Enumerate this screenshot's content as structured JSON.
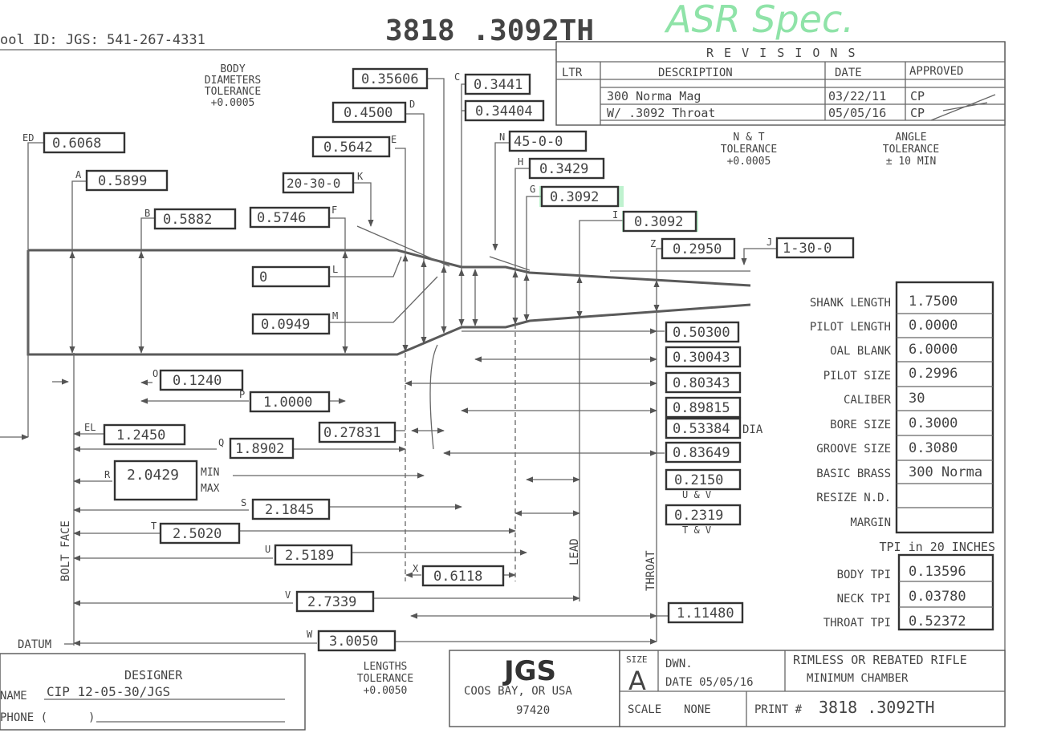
{
  "header": {
    "tool_id": "ool ID: JGS: 541-267-4331",
    "print_title": "3818 .3092TH",
    "handwritten_note": "ASR Spec."
  },
  "revisions": {
    "title": "R E V I S I O N S",
    "columns": [
      "LTR",
      "DESCRIPTION",
      "DATE",
      "APPROVED"
    ],
    "rows": [
      {
        "ltr": "",
        "description": "300 Norma Mag",
        "date": "03/22/11",
        "approved": "CP"
      },
      {
        "ltr": "",
        "description": "W/ .3092 Throat",
        "date": "05/05/16",
        "approved": "CP"
      }
    ]
  },
  "tolerances": {
    "body": [
      "BODY",
      "DIAMETERS",
      "TOLERANCE",
      "+0.0005"
    ],
    "nt": [
      "N & T",
      "TOLERANCE",
      "+0.0005"
    ],
    "angle": [
      "ANGLE",
      "TOLERANCE",
      "± 10 MIN"
    ],
    "lengths": [
      "LENGTHS",
      "TOLERANCE",
      "+0.0050"
    ]
  },
  "dims": {
    "ED": {
      "letter": "ED",
      "value": "0.6068"
    },
    "A": {
      "letter": "A",
      "value": "0.5899"
    },
    "B": {
      "letter": "B",
      "value": "0.5882"
    },
    "F": {
      "letter": "F",
      "value": "0.5746"
    },
    "K": {
      "letter": "K",
      "value": "20-30-0"
    },
    "E": {
      "letter": "E",
      "value": "0.5642"
    },
    "D": {
      "letter": "D",
      "value": "0.4500"
    },
    "top": {
      "value": "0.35606"
    },
    "C": {
      "letter": "C",
      "value": "0.3441"
    },
    "C2": {
      "value": "0.34404"
    },
    "N": {
      "letter": "N",
      "value": "45-0-0"
    },
    "H": {
      "letter": "H",
      "value": "0.3429"
    },
    "G": {
      "letter": "G",
      "value": "0.3092"
    },
    "I": {
      "letter": "I",
      "value": "0.3092"
    },
    "Z": {
      "letter": "Z",
      "value": "0.2950"
    },
    "J": {
      "letter": "J",
      "value": "1-30-0"
    },
    "L": {
      "letter": "L",
      "value": "0"
    },
    "M": {
      "letter": "M",
      "value": "0.0949"
    },
    "O": {
      "letter": "O",
      "value": "0.1240"
    },
    "P": {
      "letter": "P",
      "value": "1.0000"
    },
    "EL": {
      "letter": "EL",
      "value": "1.2450"
    },
    "Q": {
      "letter": "Q",
      "value": "1.8902"
    },
    "Q2": {
      "value": "0.27831"
    },
    "R": {
      "letter": "R",
      "value": "2.0429",
      "min": "MIN",
      "max": "MAX"
    },
    "S": {
      "letter": "S",
      "value": "2.1845"
    },
    "T": {
      "letter": "T",
      "value": "2.5020"
    },
    "U": {
      "letter": "U",
      "value": "2.5189"
    },
    "X": {
      "letter": "X",
      "value": "0.6118"
    },
    "V": {
      "letter": "V",
      "value": "2.7339"
    },
    "W": {
      "letter": "W",
      "value": "3.0050"
    }
  },
  "right_values": {
    "r1": "0.50300",
    "r2": "0.30043",
    "r3": "0.80343",
    "r4": "0.89815",
    "r5": "0.53384",
    "dia": "DIA",
    "r6": "0.83649",
    "r7": "0.2150",
    "uv": "U & V",
    "r8": "0.2319",
    "tv": "T & V",
    "r9": "1.11480"
  },
  "axis_labels": {
    "bolt_face": "BOLT FACE",
    "datum": "DATUM",
    "lead": "LEAD",
    "throat": "THROAT"
  },
  "specs": [
    {
      "label": "SHANK LENGTH",
      "value": "1.7500"
    },
    {
      "label": "PILOT LENGTH",
      "value": "0.0000"
    },
    {
      "label": "OAL BLANK",
      "value": "6.0000"
    },
    {
      "label": "PILOT SIZE",
      "value": "0.2996"
    },
    {
      "label": "CALIBER",
      "value": "30"
    },
    {
      "label": "BORE SIZE",
      "value": "0.3000"
    },
    {
      "label": "GROOVE SIZE",
      "value": "0.3080"
    },
    {
      "label": "BASIC BRASS",
      "value": "300 Norma"
    },
    {
      "label": "RESIZE N.D.",
      "value": ""
    },
    {
      "label": "MARGIN",
      "value": ""
    }
  ],
  "tpi": {
    "header": "TPI in 20 INCHES",
    "rows": [
      {
        "label": "BODY TPI",
        "value": "0.13596"
      },
      {
        "label": "NECK TPI",
        "value": "0.03780"
      },
      {
        "label": "THROAT TPI",
        "value": "0.52372"
      }
    ]
  },
  "title_block": {
    "designer_label": "DESIGNER",
    "name_label": "NAME",
    "name_value": "CIP 12-05-30/JGS",
    "phone_label": "PHONE (",
    "phone_paren": ")",
    "company": "JGS",
    "city": "COOS BAY, OR USA",
    "zip": "97420",
    "size_label": "SIZE",
    "size_value": "A",
    "dwn_label": "DWN.",
    "date_label": "DATE 05/05/16",
    "scale_label": "SCALE",
    "scale_value": "NONE",
    "print_label": "PRINT #",
    "print_value": "3818 .3092TH",
    "desc_line1": "RIMLESS OR REBATED RIFLE",
    "desc_line2": "MINIMUM CHAMBER"
  }
}
